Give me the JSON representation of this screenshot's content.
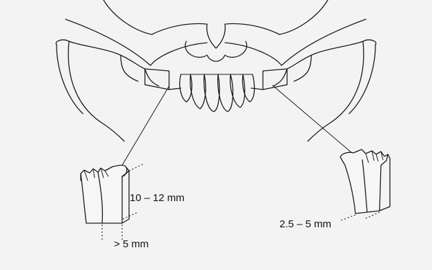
{
  "labels": {
    "left_height": "10 – 12 mm",
    "left_width": "> 5 mm",
    "right_width": "2.5 – 5 mm"
  }
}
